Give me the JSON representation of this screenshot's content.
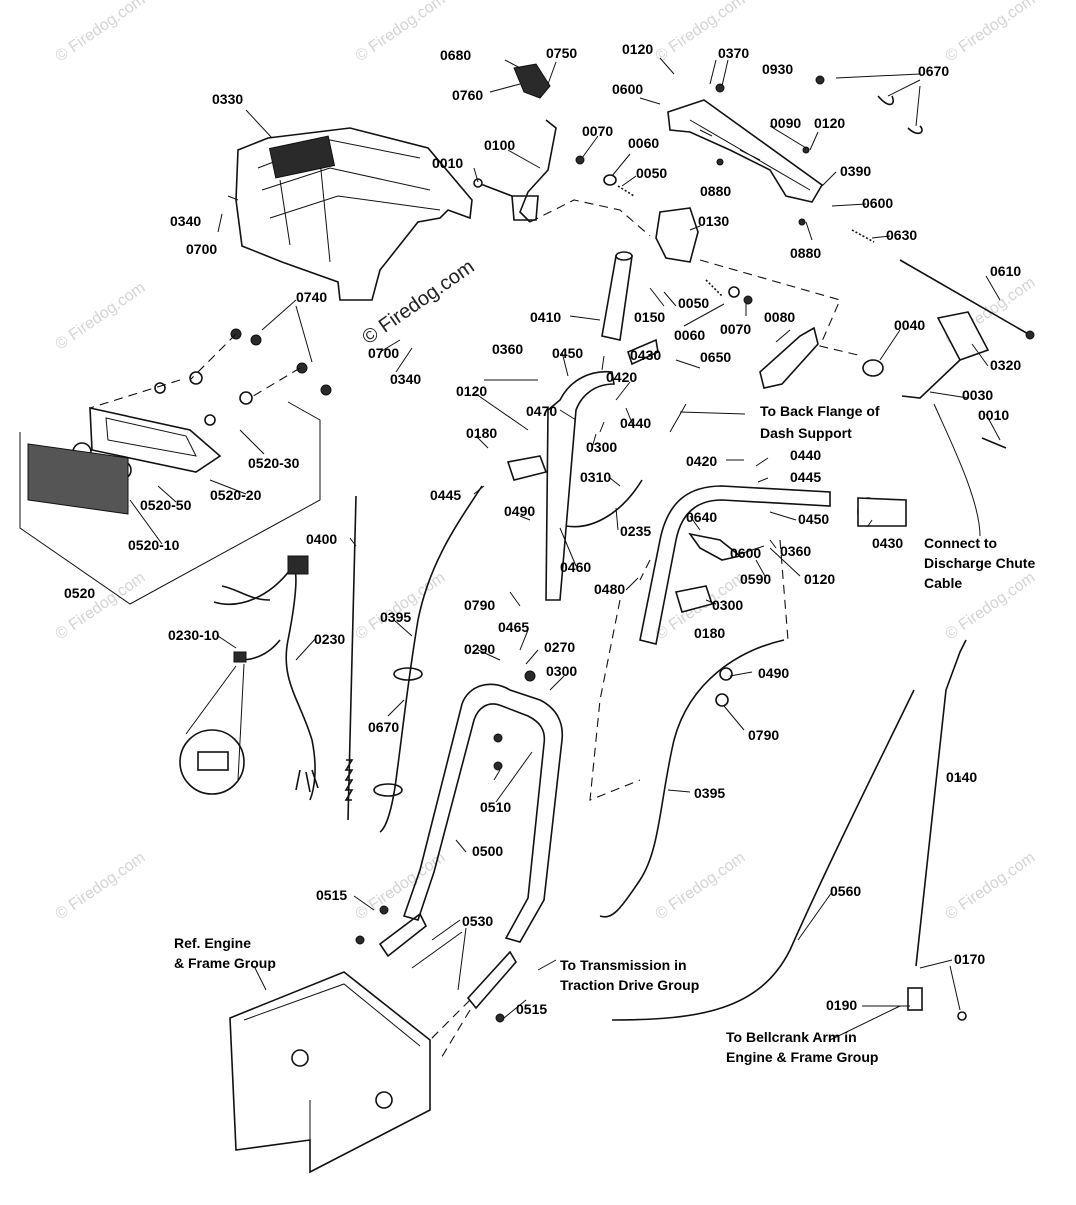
{
  "watermark": "© Firedog.com",
  "callouts": {
    "c0680": "0680",
    "c0750": "0750",
    "c0760": "0760",
    "c0120a": "0120",
    "c0370": "0370",
    "c0930": "0930",
    "c0670a": "0670",
    "c0600a": "0600",
    "c0330": "0330",
    "c0090": "0090",
    "c0120b": "0120",
    "c0070a": "0070",
    "c0060a": "0060",
    "c0050a": "0050",
    "c0100": "0100",
    "c0010a": "0010",
    "c0880a": "0880",
    "c0390": "0390",
    "c0600b": "0600",
    "c0340a": "0340",
    "c0700a": "0700",
    "c0130": "0130",
    "c0880b": "0880",
    "c0630": "0630",
    "c0610": "0610",
    "c0740": "0740",
    "c0050b": "0050",
    "c0150": "0150",
    "c0410": "0410",
    "c0060b": "0060",
    "c0070b": "0070",
    "c0080": "0080",
    "c0040": "0040",
    "c0320": "0320",
    "c0700b": "0700",
    "c0340b": "0340",
    "c0360a": "0360",
    "c0450a": "0450",
    "c0430a": "0430",
    "c0650": "0650",
    "c0420a": "0420",
    "c0030": "0030",
    "c0120c": "0120",
    "c0470": "0470",
    "c0010b": "0010",
    "c0440a": "0440",
    "c0180a": "0180",
    "c0300a": "0300",
    "c0520_30": "0520-30",
    "c0310": "0310",
    "c0420b": "0420",
    "c0440b": "0440",
    "c0445a": "0445",
    "c0445b": "0445",
    "c0520_50": "0520-50",
    "c0520_20": "0520-20",
    "c0490a": "0490",
    "c0235": "0235",
    "c0640": "0640",
    "c0450b": "0450",
    "c0430b": "0430",
    "c0520_10": "0520-10",
    "c0400": "0400",
    "c0600c": "0600",
    "c0360b": "0360",
    "c0460": "0460",
    "c0590": "0590",
    "c0120d": "0120",
    "c0520": "0520",
    "c0480": "0480",
    "c0790a": "0790",
    "c0300b": "0300",
    "c0395a": "0395",
    "c0180b": "0180",
    "c0230_10": "0230-10",
    "c0230": "0230",
    "c0465": "0465",
    "c0290": "0290",
    "c0270": "0270",
    "c0300c": "0300",
    "c0490b": "0490",
    "c0670b": "0670",
    "c0790b": "0790",
    "c0140": "0140",
    "c0510": "0510",
    "c0395b": "0395",
    "c0500": "0500",
    "c0560": "0560",
    "c0515a": "0515",
    "c0530": "0530",
    "c0170": "0170",
    "c0515b": "0515",
    "c0190": "0190"
  },
  "notes": {
    "back_flange_1": "To Back Flange of",
    "back_flange_2": "Dash Support",
    "chute_1": "Connect to",
    "chute_2": "Discharge Chute",
    "chute_3": "Cable",
    "engine_1": "Ref. Engine",
    "engine_2": "& Frame Group",
    "trans_1": "To Transmission in",
    "trans_2": "Traction Drive Group",
    "bellcrank_1": "To Bellcrank Arm in",
    "bellcrank_2": "Engine & Frame Group"
  }
}
